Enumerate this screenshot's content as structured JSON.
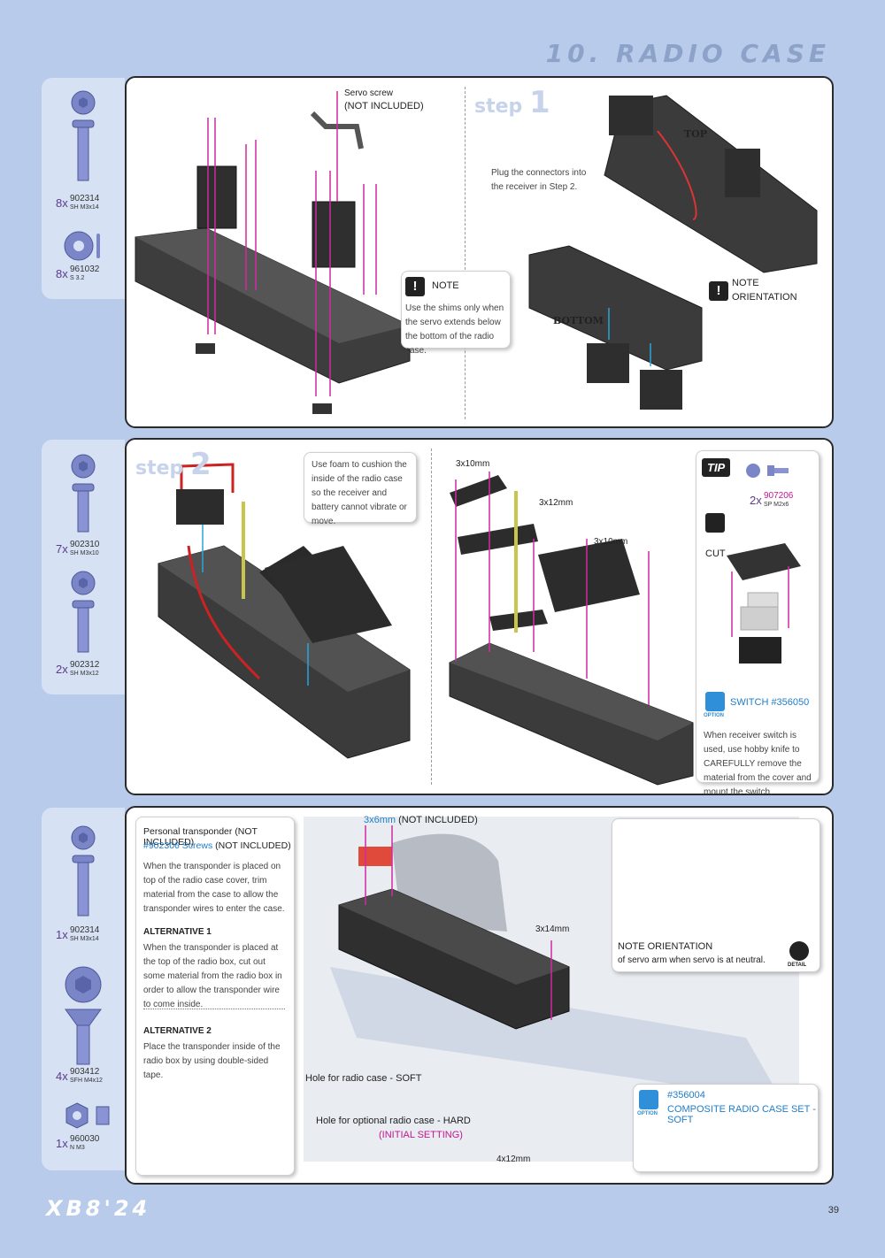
{
  "header": {
    "section_title": "10. RADIO CASE"
  },
  "footer": {
    "logo": "XB8'24",
    "page_number": "39"
  },
  "section1": {
    "parts": [
      {
        "qty": "8x",
        "number": "902314",
        "spec": "SH M3x14"
      },
      {
        "qty": "8x",
        "number": "961032",
        "spec": "S 3.2"
      }
    ],
    "servo_screw_label": "Servo screw",
    "servo_screw_note": "(NOT INCLUDED)",
    "note_title": "NOTE",
    "note_text": "Use the shims only when the servo extends below the bottom of the radio case.",
    "step_word": "step",
    "step_num": "1",
    "plug_text": "Plug the connectors into the receiver in Step 2.",
    "top_label": "TOP",
    "bottom_label": "BOTTOM",
    "orientation_note": "NOTE",
    "orientation_text": "ORIENTATION"
  },
  "section2": {
    "parts": [
      {
        "qty": "7x",
        "number": "902310",
        "spec": "SH M3x10"
      },
      {
        "qty": "2x",
        "number": "902312",
        "spec": "SH M3x12"
      }
    ],
    "step_word": "step",
    "step_num": "2",
    "foam_text": "Use foam to cushion the inside of the radio case so the receiver and battery cannot vibrate or move.",
    "label_3x10_a": "3x10mm",
    "label_3x12": "3x12mm",
    "label_3x10_b": "3x10mm",
    "tip_badge": "TIP",
    "tip_qty": "2x",
    "tip_number": "907206",
    "tip_spec": "SP M2x6",
    "cut_label": "CUT",
    "switch_label": "SWITCH #356050",
    "option_label": "OPTION",
    "switch_text": "When receiver switch is used, use hobby knife to CAREFULLY remove the material from the cover and mount the switch."
  },
  "section3": {
    "parts": [
      {
        "qty": "1x",
        "number": "902314",
        "spec": "SH M3x14"
      },
      {
        "qty": "4x",
        "number": "903412",
        "spec": "SFH M4x12"
      },
      {
        "qty": "1x",
        "number": "960030",
        "spec": "N M3"
      }
    ],
    "transponder_title": "Personal transponder (NOT INCLUDED)",
    "transponder_screws": "#902306 Screws",
    "transponder_screws_note": "(NOT INCLUDED)",
    "transponder_text": "When the transponder is placed on top of the radio case cover, trim material from the case to allow the transponder wires to enter the case.",
    "alt1_title": "ALTERNATIVE 1",
    "alt1_text": "When the transponder is placed at the top of the radio box, cut out some material from the radio box in order to allow the transponder wire to come inside.",
    "alt2_title": "ALTERNATIVE 2",
    "alt2_text": "Place the transponder inside of the radio box by using double-sided tape.",
    "label_3x6": "3x6mm",
    "label_3x6_note": "(NOT INCLUDED)",
    "label_3x14": "3x14mm",
    "label_4x12": "4x12mm",
    "hole_soft": "Hole for radio case - ",
    "hole_soft_b": "SOFT",
    "hole_hard": "Hole for optional radio case - ",
    "hole_hard_b": "HARD",
    "initial_setting": "(INITIAL SETTING)",
    "note_orientation": "NOTE ORIENTATION",
    "note_orientation_text": "of servo arm when servo is at neutral.",
    "detail_label": "DETAIL",
    "composite_number": "#356004",
    "composite_name": "COMPOSITE RADIO CASE SET - SOFT",
    "option_label": "OPTION"
  }
}
